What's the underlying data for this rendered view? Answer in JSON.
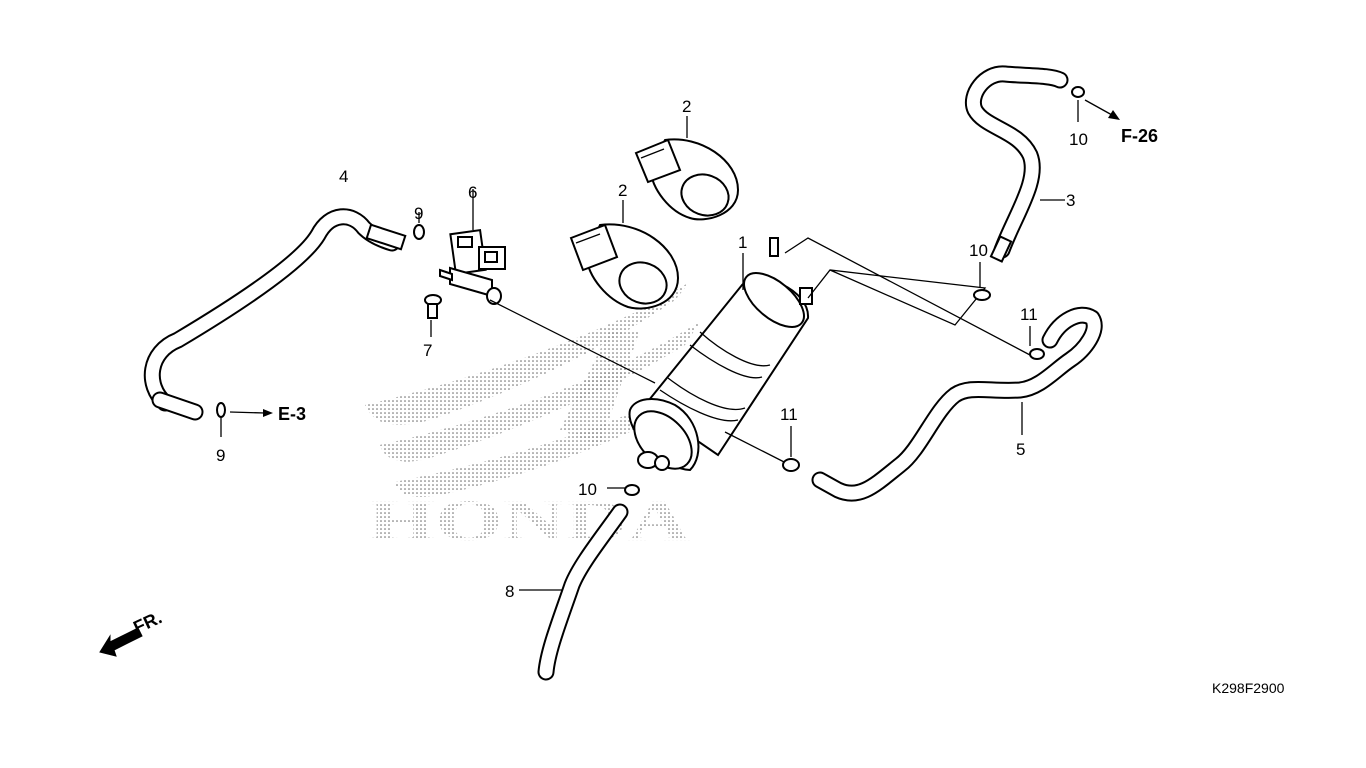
{
  "callouts": {
    "c1": "1",
    "c2a": "2",
    "c2b": "2",
    "c3": "3",
    "c4": "4",
    "c5": "5",
    "c6": "6",
    "c7": "7",
    "c8": "8",
    "c9a": "9",
    "c9b": "9",
    "c10a": "10",
    "c10b": "10",
    "c10c": "10",
    "c11a": "11",
    "c11b": "11"
  },
  "references": {
    "e3": "E-3",
    "f26": "F-26"
  },
  "front_marker": "FR.",
  "watermark": "HONDA",
  "diagram_code": "K298F2900"
}
